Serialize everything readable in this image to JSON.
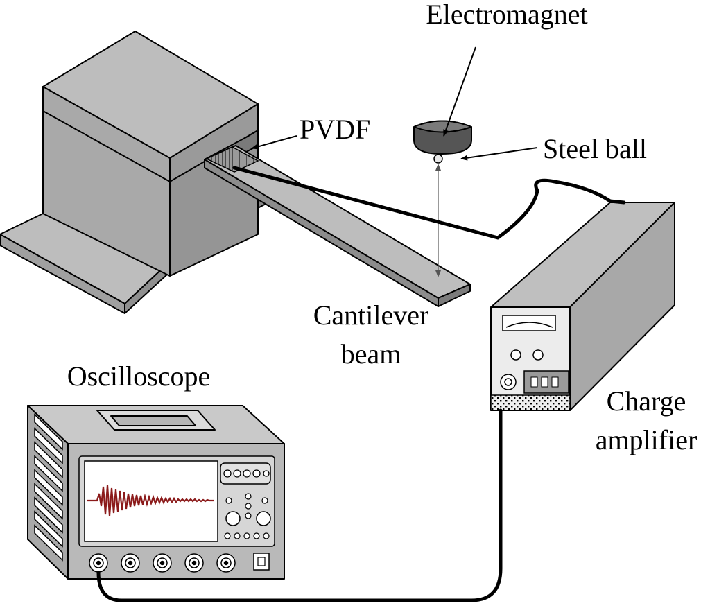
{
  "labels": {
    "electromagnet": "Electromagnet",
    "pvdf": "PVDF",
    "steel_ball": "Steel ball",
    "cantilever_line1": "Cantilever",
    "cantilever_line2": "beam",
    "oscilloscope": "Oscilloscope",
    "charge_line1": "Charge",
    "charge_line2": "amplifier"
  },
  "colors": {
    "block_top": "#bdbdbd",
    "block_front": "#a9a9a9",
    "block_side": "#8f8f8f",
    "electromagnet": "#555555",
    "waveform": "#8b1a1a",
    "panel": "#c4c4c4",
    "cable": "#000000"
  },
  "icons": {
    "oscilloscope": "oscilloscope-icon",
    "charge_amplifier": "charge-amplifier-icon",
    "electromagnet": "electromagnet-icon",
    "steel_ball": "steel-ball-icon",
    "fixture": "clamp-block-icon"
  }
}
